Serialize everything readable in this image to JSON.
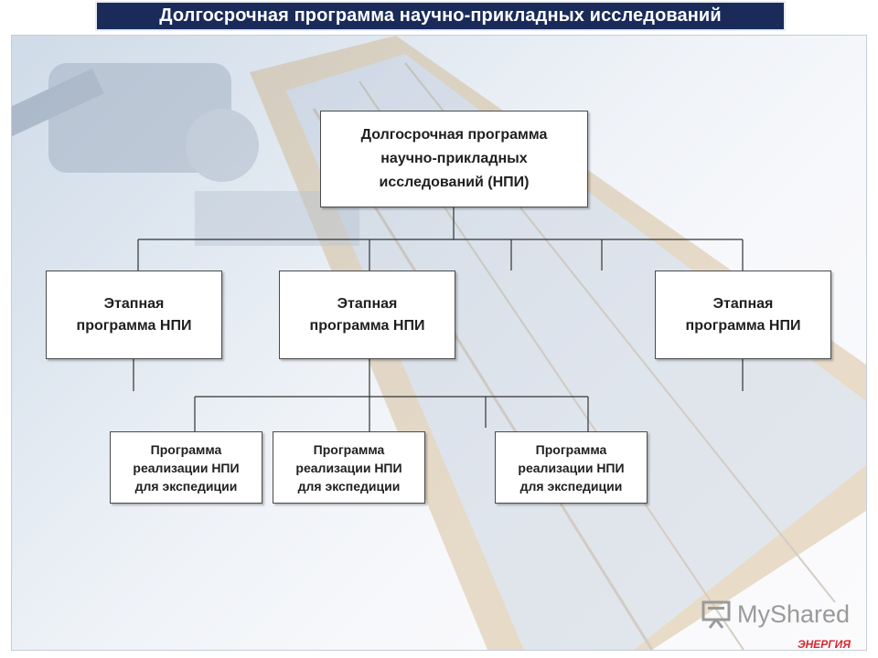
{
  "title": "Долгосрочная программа научно-прикладных исследований",
  "root_box": {
    "label": "Долгосрочная программа\nнаучно-прикладных\nисследований (НПИ)"
  },
  "stage_boxes": [
    {
      "label": "Этапная\nпрограмма НПИ"
    },
    {
      "label": "Этапная\nпрограмма НПИ"
    },
    {
      "label": "Этапная\nпрограмма НПИ"
    }
  ],
  "impl_boxes": [
    {
      "label": "Программа\nреализации НПИ\nдля экспедиции"
    },
    {
      "label": "Программа\nреализации НПИ\nдля экспедиции"
    },
    {
      "label": "Программа\nреализации НПИ\nдля экспедиции"
    }
  ],
  "watermark": {
    "text": "MyShared",
    "icon": "presentation-board-icon"
  },
  "brand": {
    "text": "ЭНЕРГИЯ"
  },
  "colors": {
    "title_bg": "#1a2b5a",
    "title_text": "#ffffff",
    "box_border": "#4a4a4a",
    "connector": "#333333",
    "brand": "#d7262e"
  }
}
